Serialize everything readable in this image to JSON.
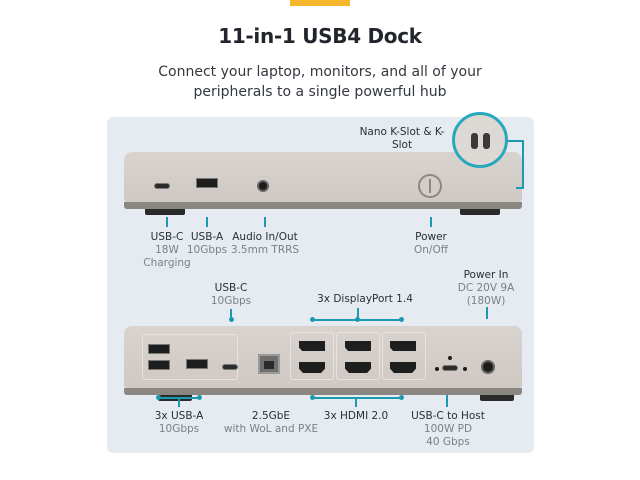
{
  "header": {
    "title": "11-in-1 USB4 Dock",
    "subtitle_line1": "Connect your laptop, monitors, and all of your",
    "subtitle_line2": "peripherals to a single powerful hub"
  },
  "colors": {
    "accent": "#f5b82a",
    "callout": "#1a9bb0",
    "panel_bg": "#e6ebf2",
    "dock_body": "#d6d0cc"
  },
  "front_panel": {
    "kslot_label": "Nano K-Slot & K-Slot",
    "labels": [
      {
        "main": "USB-C",
        "sub1": "18W",
        "sub2": "Charging"
      },
      {
        "main": "USB-A",
        "sub1": "10Gbps"
      },
      {
        "main": "Audio In/Out",
        "sub1": "3.5mm TRRS"
      },
      {
        "main": "Power",
        "sub1": "On/Off"
      }
    ]
  },
  "rear_panel": {
    "top_labels": [
      {
        "main": "USB-C",
        "sub1": "10Gbps"
      },
      {
        "main": "3x DisplayPort 1.4"
      },
      {
        "main": "Power In",
        "sub1": "DC 20V 9A",
        "sub2": "(180W)"
      }
    ],
    "bottom_labels": [
      {
        "main": "3x USB-A",
        "sub1": "10Gbps"
      },
      {
        "main": "2.5GbE",
        "sub1": "with WoL and PXE"
      },
      {
        "main": "3x HDMI 2.0"
      },
      {
        "main": "USB-C to Host",
        "sub1": "100W PD",
        "sub2": "40 Gbps"
      }
    ]
  }
}
